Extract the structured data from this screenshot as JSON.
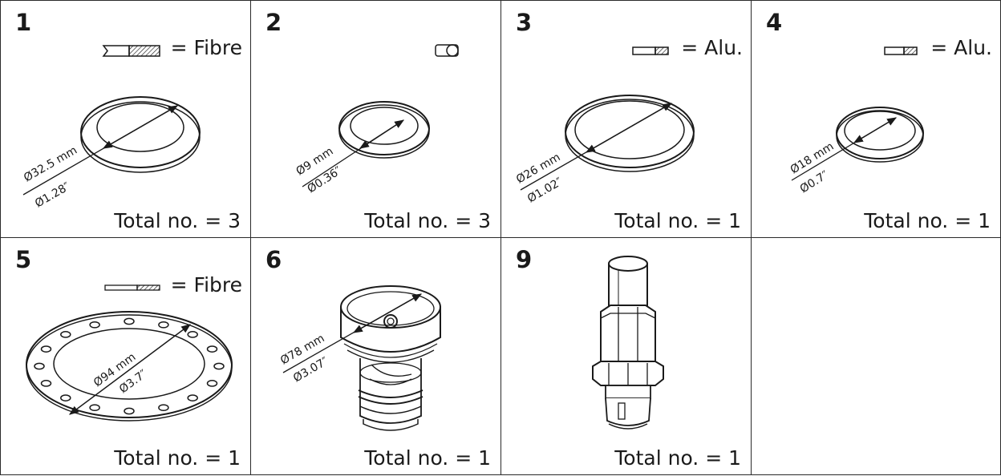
{
  "cells": [
    {
      "number": "1",
      "material": "= Fibre",
      "dim_mm": "Ø32.5 mm",
      "dim_in": "Ø1.28″",
      "total": "Total no. = 3"
    },
    {
      "number": "2",
      "material": "",
      "dim_mm": "Ø9 mm",
      "dim_in": "Ø0.36″",
      "total": "Total no. = 3"
    },
    {
      "number": "3",
      "material": "= Alu.",
      "dim_mm": "Ø26 mm",
      "dim_in": "Ø1.02″",
      "total": "Total no. = 1"
    },
    {
      "number": "4",
      "material": "= Alu.",
      "dim_mm": "Ø18 mm",
      "dim_in": "Ø0.7″",
      "total": "Total no. = 1"
    },
    {
      "number": "5",
      "material": "= Fibre",
      "dim_mm": "Ø94 mm",
      "dim_in": "Ø3.7″",
      "total": "Total no. = 1"
    },
    {
      "number": "6",
      "material": "",
      "dim_mm": "Ø78 mm",
      "dim_in": "Ø3.07″",
      "total": "Total no. = 1"
    },
    {
      "number": "9",
      "material": "",
      "dim_mm": "",
      "dim_in": "",
      "total": "Total no. = 1"
    },
    {
      "number": "",
      "material": "",
      "dim_mm": "",
      "dim_in": "",
      "total": ""
    }
  ]
}
